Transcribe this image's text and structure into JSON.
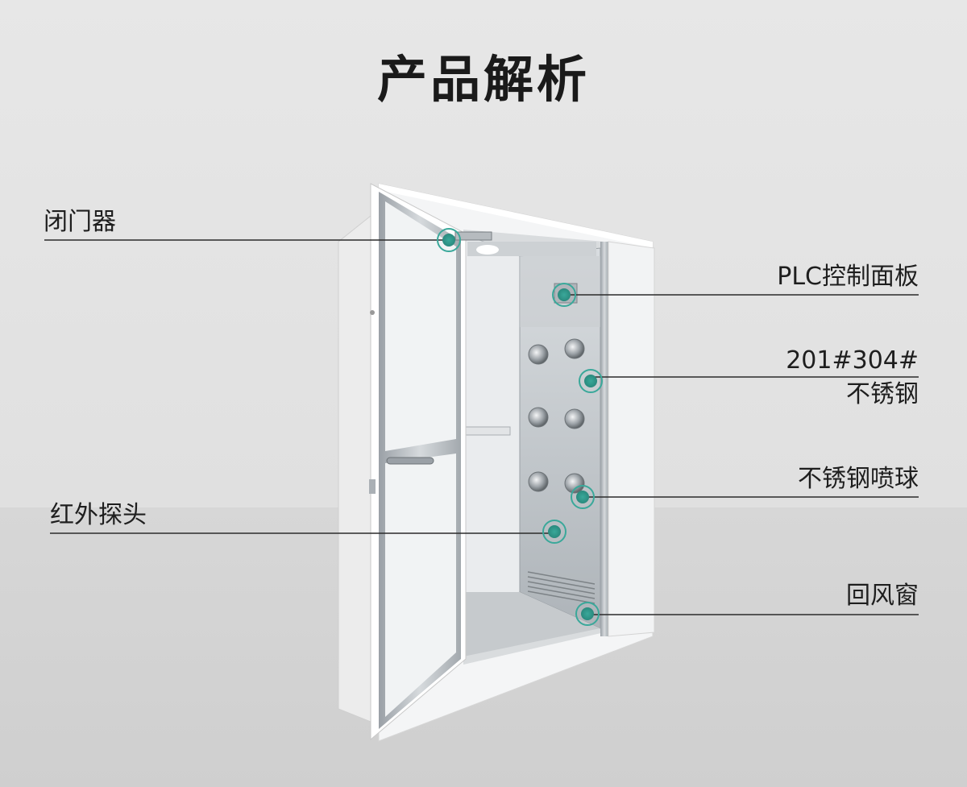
{
  "title": "产品解析",
  "callouts": {
    "door_closer": "闭门器",
    "plc_panel": "PLC控制面板",
    "steel_grade": "201#304#",
    "steel_name": "不锈钢",
    "nozzle": "不锈钢喷球",
    "infrared": "红外探头",
    "return_vent": "回风窗"
  },
  "colors": {
    "marker": "#3aa89a",
    "leader_line": "#2b2b2b",
    "steel": "#b9bec3",
    "cabinet": "#f6f7f8"
  }
}
